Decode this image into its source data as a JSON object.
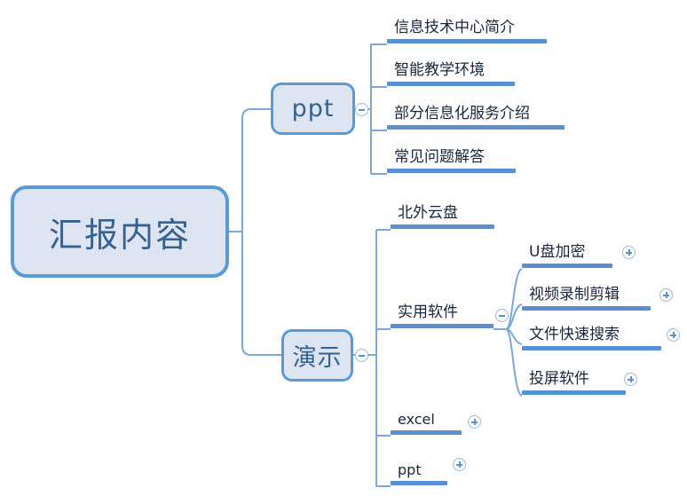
{
  "app": {
    "type": "mind-map",
    "background": "#ffffff"
  },
  "colors": {
    "node_fill": "#dce5f1",
    "node_border": "#5b9bd5",
    "node_text": "#37618f",
    "line_text": "#18253b",
    "underline": "#5b8fd4",
    "connector": "#7da7d9",
    "toggle_border": "#9cb9de"
  },
  "root": {
    "label": "汇报内容"
  },
  "branches": [
    {
      "label": "ppt",
      "toggle": "minus",
      "toggle_name": "collapse-toggle-ppt",
      "children": [
        {
          "label": "信息技术中心简介",
          "toggle": null
        },
        {
          "label": "智能教学环境",
          "toggle": null
        },
        {
          "label": "部分信息化服务介绍",
          "toggle": null
        },
        {
          "label": "常见问题解答",
          "toggle": null
        }
      ]
    },
    {
      "label": "演示",
      "toggle": "minus",
      "toggle_name": "collapse-toggle-yanshi",
      "children": [
        {
          "label": "北外云盘",
          "toggle": null
        },
        {
          "label": "实用软件",
          "toggle": "minus",
          "children": [
            {
              "label": "U盘加密",
              "toggle": "plus"
            },
            {
              "label": "视频录制剪辑",
              "toggle": "plus"
            },
            {
              "label": "文件快速搜索",
              "toggle": "plus"
            },
            {
              "label": "投屏软件",
              "toggle": "plus"
            }
          ]
        },
        {
          "label": "excel",
          "toggle": "plus"
        },
        {
          "label": "ppt",
          "toggle": "plus"
        }
      ]
    }
  ]
}
